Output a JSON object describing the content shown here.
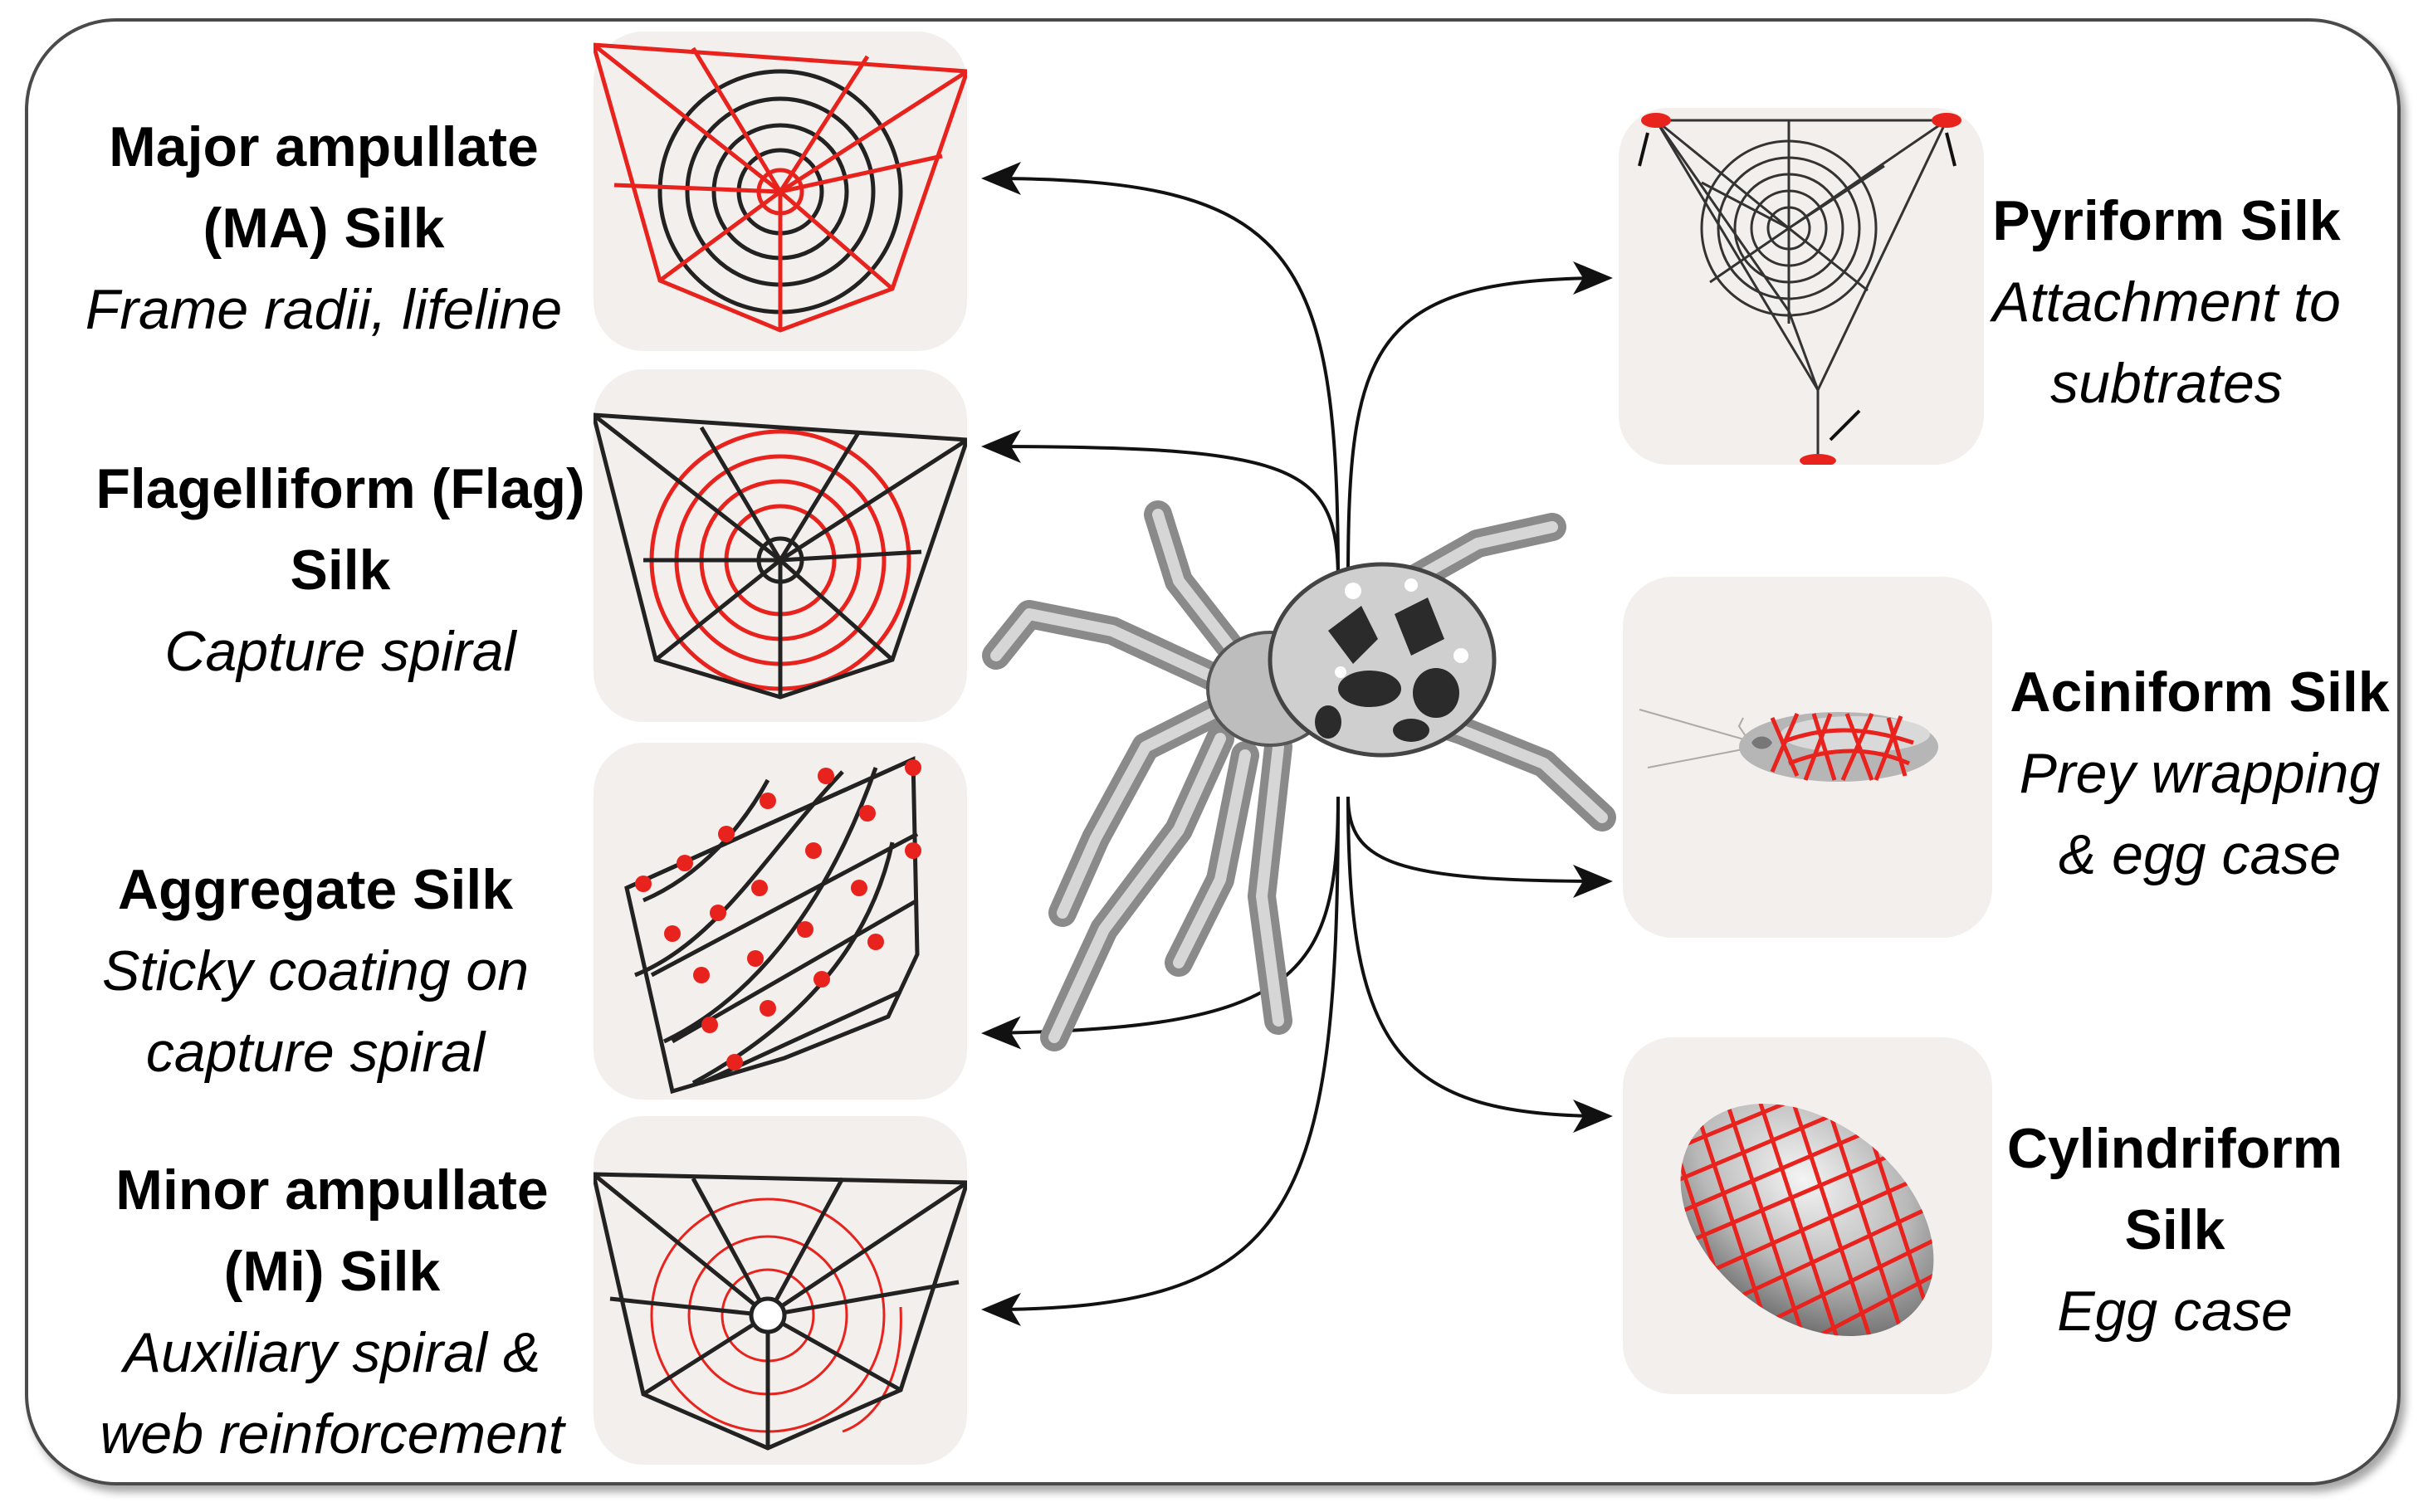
{
  "silks": [
    {
      "id": "ma",
      "title_lines": [
        "Major ampullate",
        "(MA) Silk"
      ],
      "desc_lines": [
        "Frame radii, lifeline"
      ]
    },
    {
      "id": "flag",
      "title_lines": [
        "Flagelliform (Flag)",
        "Silk"
      ],
      "desc_lines": [
        "Capture spiral"
      ]
    },
    {
      "id": "aggregate",
      "title_lines": [
        "Aggregate Silk"
      ],
      "desc_lines": [
        "Sticky coating on",
        "capture spiral"
      ]
    },
    {
      "id": "mi",
      "title_lines": [
        "Minor ampullate",
        "(Mi) Silk"
      ],
      "desc_lines": [
        "Auxiliary spiral &",
        "web reinforcement"
      ]
    },
    {
      "id": "pyriform",
      "title_lines": [
        "Pyriform Silk"
      ],
      "desc_lines": [
        "Attachment to",
        "subtrates"
      ]
    },
    {
      "id": "aciniform",
      "title_lines": [
        "Aciniform Silk"
      ],
      "desc_lines": [
        "Prey wrapping",
        "& egg case"
      ]
    },
    {
      "id": "cylindriform",
      "title_lines": [
        "Cylindriform",
        "Silk"
      ],
      "desc_lines": [
        "Egg case"
      ]
    }
  ],
  "colors": {
    "accent": "#e8231e",
    "line": "#222222",
    "panel": "#f3efec",
    "frame": "#4a4a4a"
  },
  "icons": [
    "orb-web-frame-icon",
    "orb-web-spiral-icon",
    "sticky-droplet-web-icon",
    "auxiliary-spiral-web-icon",
    "attachment-disc-web-icon",
    "wrapped-prey-icon",
    "egg-case-icon",
    "spider-icon"
  ]
}
